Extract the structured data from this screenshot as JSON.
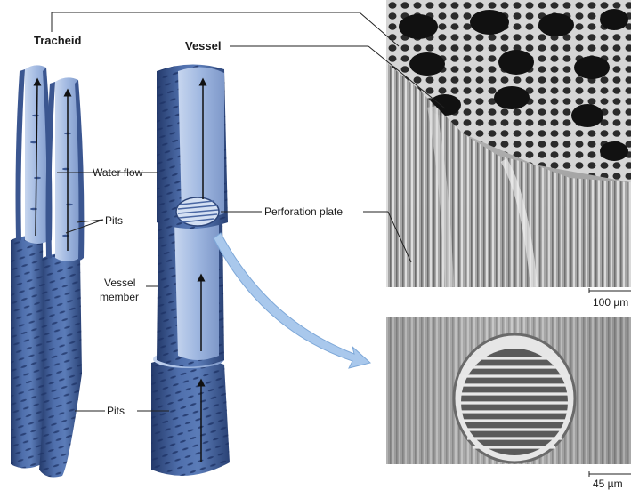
{
  "labels": {
    "tracheid": "Tracheid",
    "vessel": "Vessel",
    "water_flow": "Water flow",
    "pits_upper": "Pits",
    "vessel_member_1": "Vessel",
    "vessel_member_2": "member",
    "pits_lower": "Pits",
    "perforation_plate": "Perforation plate",
    "scale_top": "100 µm",
    "scale_bottom": "45 µm"
  },
  "colors": {
    "cell_wall": "#3f5f9c",
    "cell_wall_dark": "#2c4478",
    "cell_wall_light": "#7f9bcd",
    "cell_interior": "#aec3e6",
    "pit": "#1e3366",
    "arrow_callout": "#a9c8ec",
    "micrograph_gray": "#9a9a9a"
  }
}
